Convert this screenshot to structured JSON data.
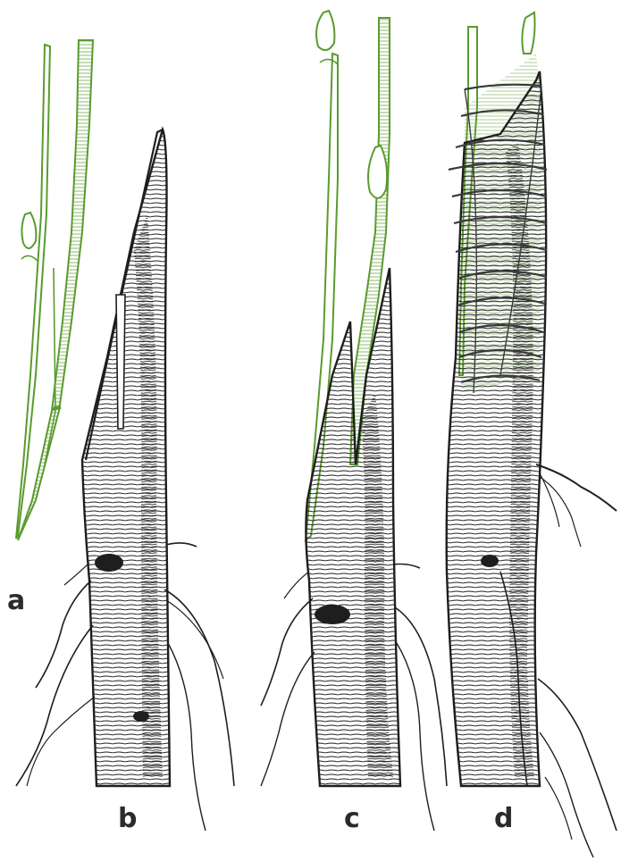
{
  "labels": {
    "a": "a",
    "b": "b",
    "c": "c",
    "d": "d"
  },
  "colors": {
    "scion": "#5a9b2e",
    "rootstock": "#1e1e1e",
    "bark_fill": "#f4f2ee",
    "binding": "#3a3a3a"
  }
}
